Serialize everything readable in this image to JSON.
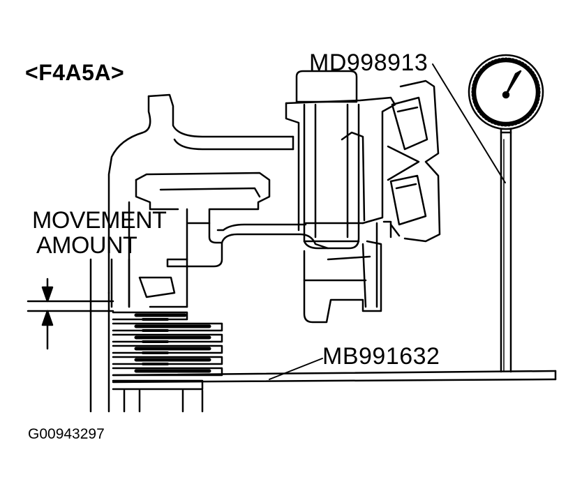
{
  "model_label": "<F4A5A>",
  "tool_labels": {
    "upper": "MD998913",
    "lower": "MB991632"
  },
  "movement_label": {
    "line1": "MOVEMENT",
    "line2": "AMOUNT"
  },
  "figure_id": "G00943297"
}
